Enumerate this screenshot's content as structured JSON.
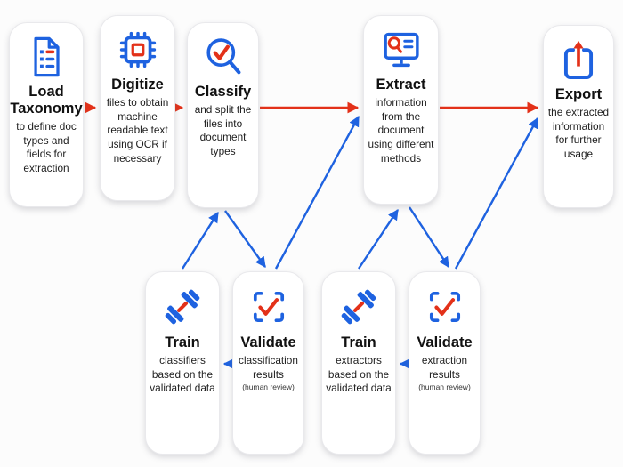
{
  "colors": {
    "blue": "#1e62e0",
    "red": "#e33119",
    "box_bg": "#ffffff",
    "canvas_bg": "#fcfcfc",
    "text": "#111111"
  },
  "nodes": [
    {
      "id": "load-taxonomy",
      "title": "Load Taxonomy",
      "subtitle": "to define doc types and fields for extraction",
      "icon": "document-list-icon"
    },
    {
      "id": "digitize",
      "title": "Digitize",
      "subtitle": "files to obtain machine readable text using OCR if necessary",
      "icon": "cpu-chip-icon"
    },
    {
      "id": "classify",
      "title": "Classify",
      "subtitle": "and split the files into document types",
      "icon": "magnifier-check-icon"
    },
    {
      "id": "extract",
      "title": "Extract",
      "subtitle": "information from the document using different methods",
      "icon": "monitor-search-icon"
    },
    {
      "id": "export",
      "title": "Export",
      "subtitle": "the extracted information for further usage",
      "icon": "share-up-arrow-icon"
    },
    {
      "id": "train-classifiers",
      "title": "Train",
      "subtitle": "classifiers based on the validated data",
      "icon": "dumbbell-icon"
    },
    {
      "id": "validate-classification",
      "title": "Validate",
      "subtitle": "classification results",
      "note": "(human review)",
      "icon": "scan-check-icon"
    },
    {
      "id": "train-extractors",
      "title": "Train",
      "subtitle": "extractors based on the validated data",
      "icon": "dumbbell-icon"
    },
    {
      "id": "validate-extraction",
      "title": "Validate",
      "subtitle": "extraction results",
      "note": "(human review)",
      "icon": "scan-check-icon"
    }
  ],
  "edges": [
    {
      "from": "load-taxonomy",
      "to": "digitize",
      "color": "red"
    },
    {
      "from": "digitize",
      "to": "classify",
      "color": "red"
    },
    {
      "from": "classify",
      "to": "extract",
      "color": "red"
    },
    {
      "from": "extract",
      "to": "export",
      "color": "red"
    },
    {
      "from": "train-classifiers",
      "to": "classify",
      "color": "blue"
    },
    {
      "from": "classify",
      "to": "validate-classification",
      "color": "blue"
    },
    {
      "from": "validate-classification",
      "to": "train-classifiers",
      "color": "blue"
    },
    {
      "from": "validate-classification",
      "to": "extract",
      "color": "blue"
    },
    {
      "from": "train-extractors",
      "to": "extract",
      "color": "blue"
    },
    {
      "from": "extract",
      "to": "validate-extraction",
      "color": "blue"
    },
    {
      "from": "validate-extraction",
      "to": "train-extractors",
      "color": "blue"
    },
    {
      "from": "validate-extraction",
      "to": "export",
      "color": "blue"
    }
  ]
}
